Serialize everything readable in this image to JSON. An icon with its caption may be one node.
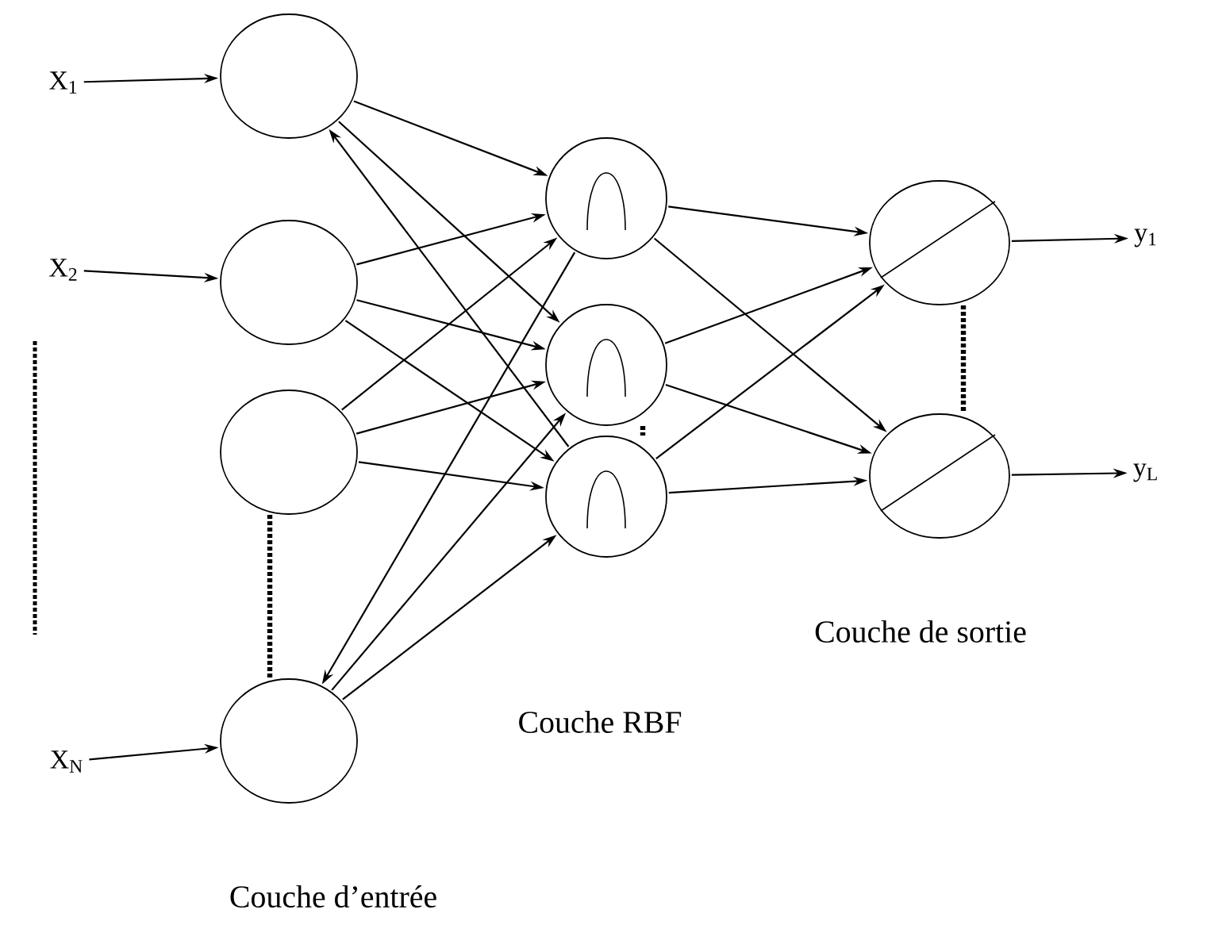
{
  "diagram": {
    "nodes": [
      {
        "text": [
          "X$_{1}$"
        ]
      },
      {
        "text": [
          "X$_{2}$"
        ]
      },
      {
        "text": [
          "X$_{N}$"
        ]
      },
      {
        "text": [],
        "shape": "circle"
      },
      {
        "text": [],
        "shape": "circle"
      },
      {
        "text": [],
        "shape": "circle"
      },
      {
        "text": [],
        "shape": "circle"
      },
      {
        "text": [],
        "shape": "circle"
      },
      {
        "text": [],
        "shape": "circle"
      },
      {
        "text": [],
        "shape": "circle"
      },
      {
        "text": [],
        "shape": "circle"
      },
      {
        "text": [],
        "shape": "circle"
      },
      {
        "text": [
          "y$_{1}$"
        ]
      },
      {
        "text": [
          "y$_{L}$"
        ]
      }
    ],
    "edges": [
      {
        "from": 0,
        "to": 3,
        "arrow": "to"
      },
      {
        "from": 1,
        "to": 4,
        "arrow": "to"
      },
      {
        "from": 2,
        "to": 6,
        "arrow": "to"
      },
      {
        "from": 3,
        "to": 7,
        "arrow": "to"
      },
      {
        "from": 3,
        "to": 8,
        "arrow": "to"
      },
      {
        "from": 4,
        "to": 7,
        "arrow": "to"
      },
      {
        "from": 4,
        "to": 8,
        "arrow": "to"
      },
      {
        "from": 4,
        "to": 9,
        "arrow": "to"
      },
      {
        "from": 5,
        "to": 7,
        "arrow": "to"
      },
      {
        "from": 5,
        "to": 8,
        "arrow": "to"
      },
      {
        "from": 5,
        "to": 9,
        "arrow": "to"
      },
      {
        "from": 7,
        "to": 6,
        "arrow": "to"
      },
      {
        "from": 6,
        "to": 8,
        "arrow": "to"
      },
      {
        "from": 6,
        "to": 9,
        "arrow": "to"
      },
      {
        "from": 9,
        "to": 3,
        "arrow": "to"
      },
      {
        "from": 7,
        "to": 10,
        "arrow": "to"
      },
      {
        "from": 7,
        "to": 11,
        "arrow": "to"
      },
      {
        "from": 8,
        "to": 10,
        "arrow": "to"
      },
      {
        "from": 8,
        "to": 11,
        "arrow": "to"
      },
      {
        "from": 9,
        "to": 10,
        "arrow": "to"
      },
      {
        "from": 9,
        "to": 11,
        "arrow": "to"
      },
      {
        "from": 10,
        "to": 12,
        "arrow": "to"
      },
      {
        "from": 11,
        "to": 13,
        "arrow": "to"
      },
      {
        "from": 5,
        "to": 6,
        "arrow": "none",
        "style": "dashed"
      },
      {
        "from": 8,
        "to": 9,
        "arrow": "none",
        "style": "dashed"
      },
      {
        "from": 10,
        "to": 11,
        "arrow": "none",
        "style": "dashed"
      }
    ],
    "labels": [
      "Couche RBF",
      "Couche de sortie",
      "Couche d’entrée"
    ]
  }
}
